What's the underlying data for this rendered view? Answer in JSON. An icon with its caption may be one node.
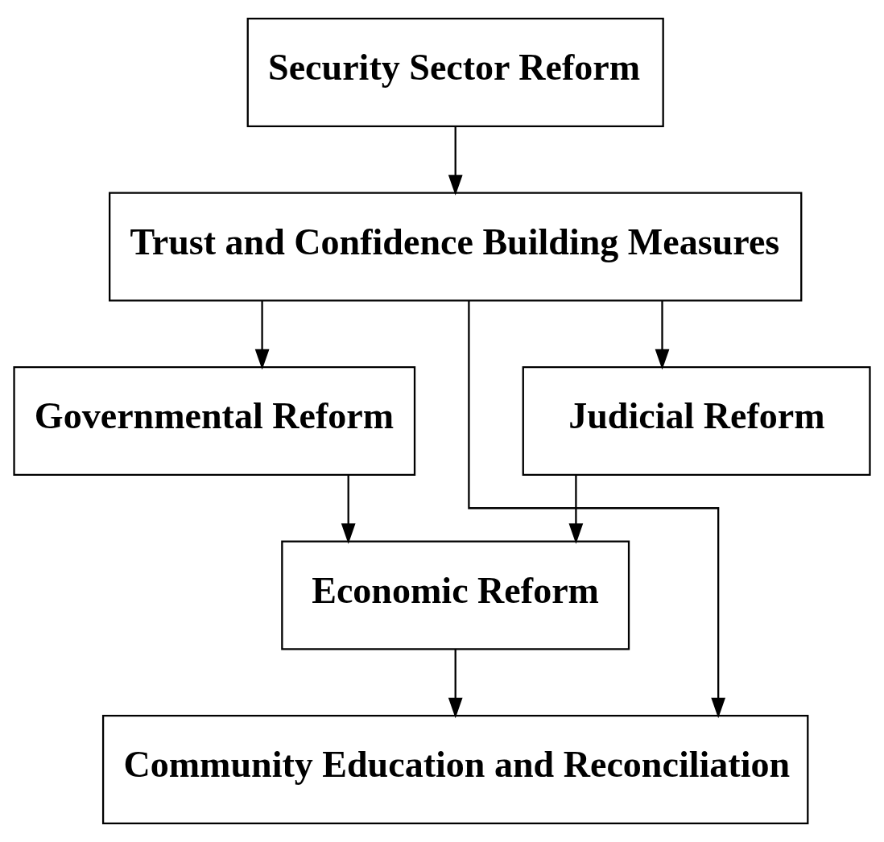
{
  "diagram": {
    "nodes": [
      {
        "text": [
          "Security Sector Reform"
        ]
      },
      {
        "text": [
          "Trust and Confidence Building Measures"
        ]
      },
      {
        "text": [
          "Governmental Reform"
        ]
      },
      {
        "text": [
          "Judicial Reform"
        ]
      },
      {
        "text": [
          "Economic Reform"
        ]
      },
      {
        "text": [
          "Community Education and Reconciliation"
        ]
      }
    ],
    "edges": [
      {
        "from": 0,
        "to": 1,
        "arrow": "to"
      },
      {
        "from": 1,
        "to": 2,
        "arrow": "to"
      },
      {
        "from": 1,
        "to": 3,
        "arrow": "to"
      },
      {
        "from": 2,
        "to": 4,
        "arrow": "to"
      },
      {
        "from": 3,
        "to": 4,
        "arrow": "to"
      },
      {
        "from": 4,
        "to": 5,
        "arrow": "to"
      },
      {
        "from": 1,
        "to": 5,
        "arrow": "to"
      }
    ]
  }
}
